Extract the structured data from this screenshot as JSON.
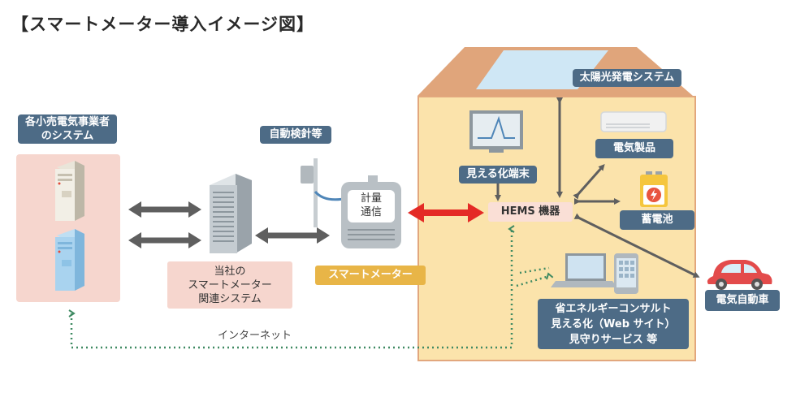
{
  "title": "【スマートメーター導入イメージ図】",
  "retailer": {
    "label_line1": "各小売電気事業者",
    "label_line2": "のシステム"
  },
  "auto_meter_reading": {
    "label": "自動検針等"
  },
  "company_system": {
    "line1": "当社の",
    "line2": "スマートメーター",
    "line3": "関連システム"
  },
  "meter": {
    "line1": "計量",
    "line2": "通信",
    "label": "スマートメーター"
  },
  "hems": {
    "label": "HEMS 機器"
  },
  "visualization_terminal": {
    "label": "見える化端末"
  },
  "solar": {
    "label": "太陽光発電システム"
  },
  "appliances": {
    "label": "電気製品"
  },
  "battery": {
    "label": "蓄電池"
  },
  "ev": {
    "label": "電気自動車"
  },
  "services": {
    "line1": "省エネルギーコンサルト",
    "line2": "見える化（Web サイト）",
    "line3": "見守りサービス 等"
  },
  "internet": {
    "label": "インターネット"
  },
  "colors": {
    "tag_bg": "#4d6b86",
    "house_wall": "#fbe3ab",
    "roof": "#e0a57b",
    "pink": "#f6d6ce",
    "meter_tag": "#e8b547",
    "red_arrow": "#e42a26",
    "gray_arrow": "#5f5f5f",
    "internet_dots": "#3f8a62",
    "ev_red": "#e34b4b"
  }
}
